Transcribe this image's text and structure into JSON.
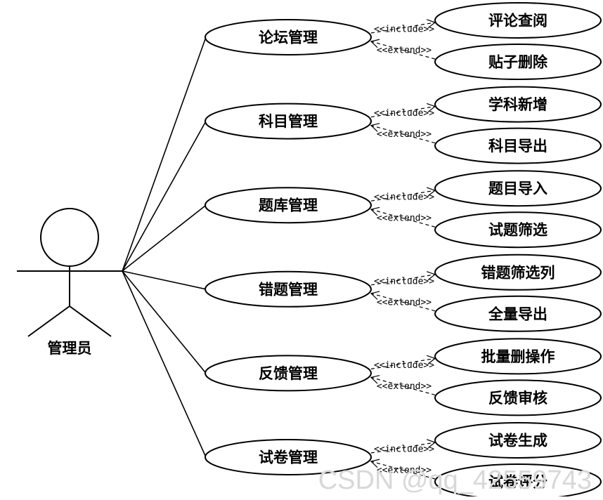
{
  "actor": {
    "label": "管理员"
  },
  "stereotypes": {
    "include": "<<include>>",
    "extend": "<<extend>>"
  },
  "modules": [
    {
      "label": "论坛管理",
      "include": "评论查阅",
      "extend": "贴子删除"
    },
    {
      "label": "科目管理",
      "include": "学科新增",
      "extend": "科目导出"
    },
    {
      "label": "题库管理",
      "include": "题目导入",
      "extend": "试题筛选"
    },
    {
      "label": "错题管理",
      "include": "错题筛选列",
      "extend": "全量导出"
    },
    {
      "label": "反馈管理",
      "include": "批量删操作",
      "extend": "反馈审核"
    },
    {
      "label": "试卷管理",
      "include": "试卷生成",
      "extend": "试卷评分"
    }
  ],
  "watermark": "CSDN @qq_42559743"
}
